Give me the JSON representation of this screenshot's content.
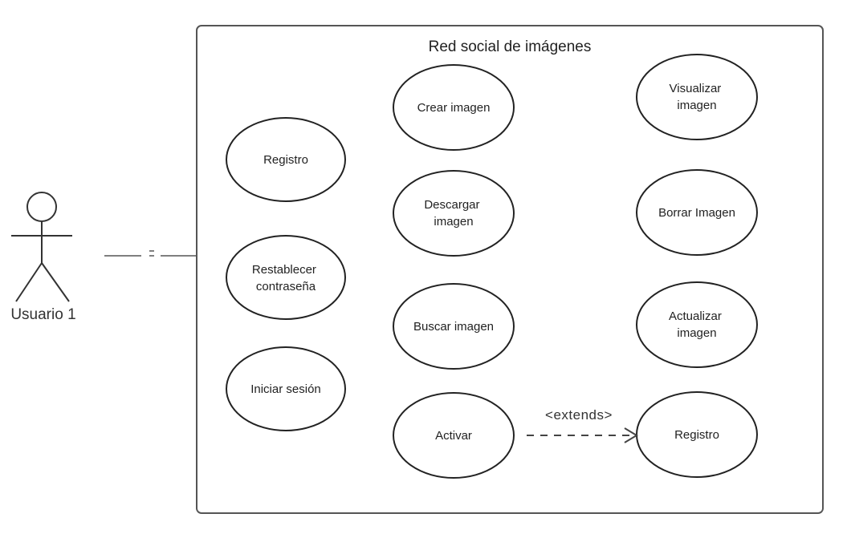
{
  "system": {
    "title": "Red social de imágenes"
  },
  "actor": {
    "name": "Usuario 1"
  },
  "use_cases": {
    "registro": [
      "Registro"
    ],
    "restablecer": [
      "Restablecer",
      "contraseña"
    ],
    "iniciar": [
      "Iniciar sesión"
    ],
    "crear": [
      "Crear imagen"
    ],
    "descargar": [
      "Descargar",
      "imagen"
    ],
    "buscar": [
      "Buscar imagen"
    ],
    "activar": [
      "Activar"
    ],
    "visualizar": [
      "Visualizar",
      "imagen"
    ],
    "borrar": [
      "Borrar Imagen"
    ],
    "actualizar": [
      "Actualizar",
      "imagen"
    ],
    "registro2": [
      "Registro"
    ]
  },
  "relation": {
    "extends_label": "<extends>"
  },
  "colors": {
    "stroke": "#222222",
    "box_stroke": "#555555",
    "dashed": "#444444"
  }
}
